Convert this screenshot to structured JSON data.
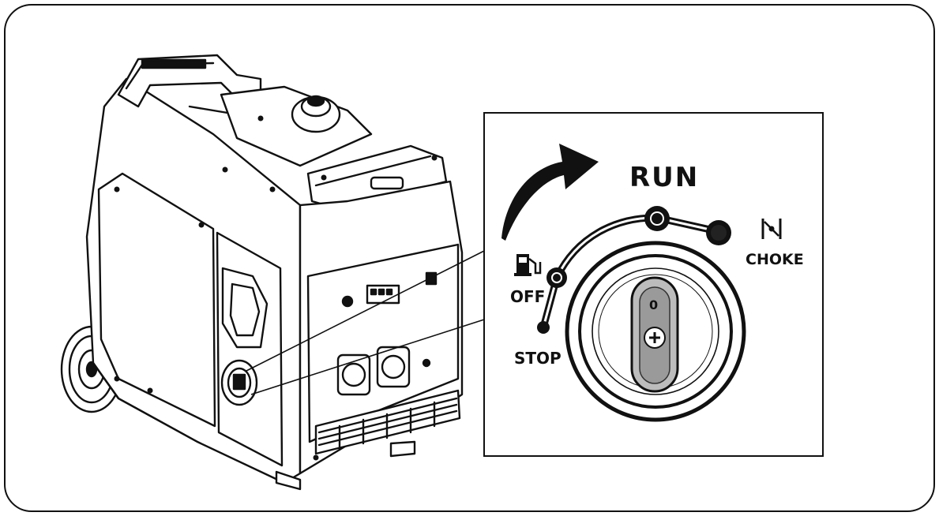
{
  "dial": {
    "run_label": "RUN",
    "choke_label": "CHOKE",
    "off_label": "OFF",
    "stop_label": "STOP",
    "selector_mark": "0"
  },
  "icons": {
    "fuel": "fuel-pump-icon",
    "choke": "choke-symbol-icon",
    "arrow": "rotation-arrow-icon"
  },
  "colors": {
    "ink": "#111111",
    "knob_fill": "#9a9a9a",
    "panel_bg": "#ffffff"
  }
}
